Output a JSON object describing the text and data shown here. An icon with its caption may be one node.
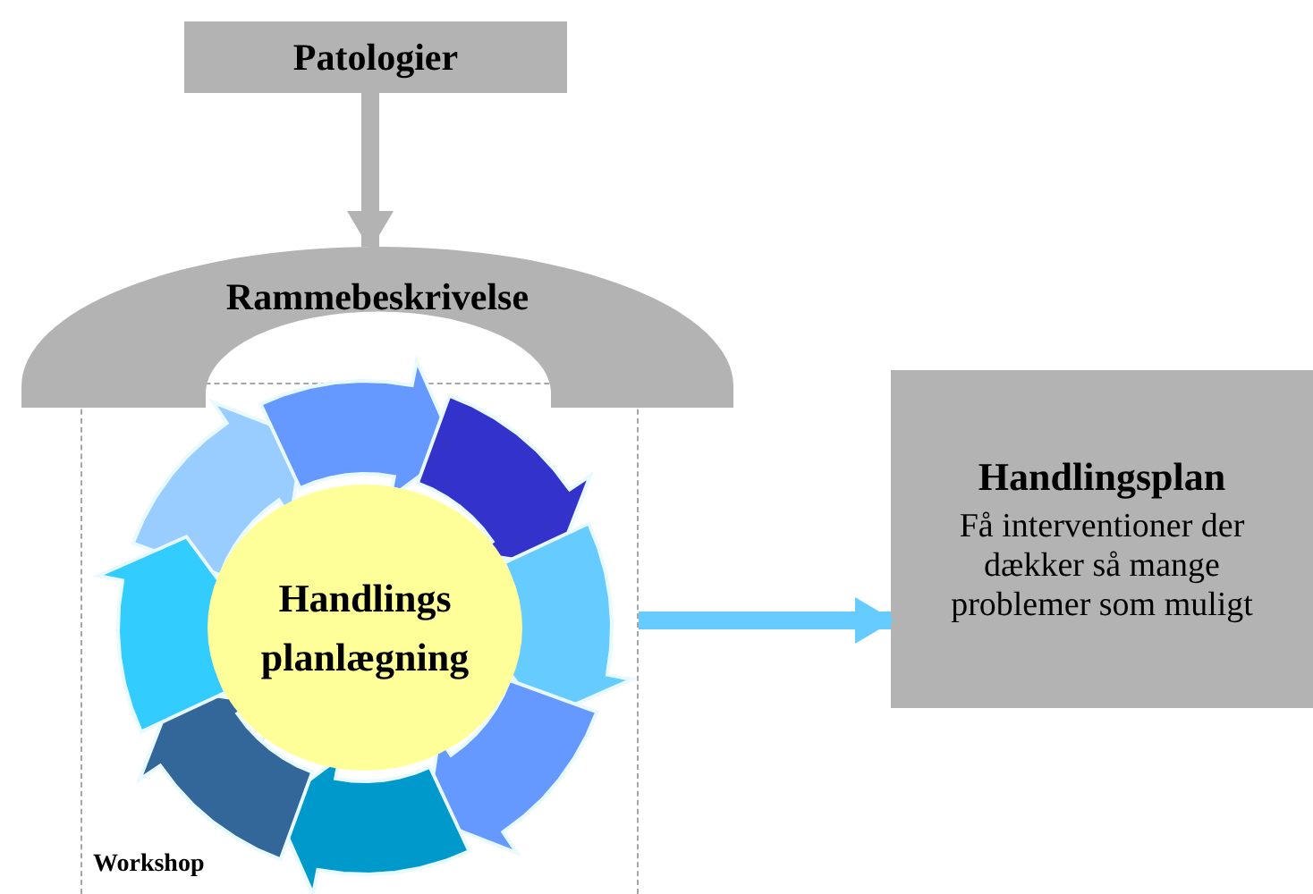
{
  "diagram": {
    "nodes": [
      {
        "text": [
          "Patologier"
        ]
      },
      {
        "text": [
          "Rammebeskrivelse"
        ]
      },
      {
        "text": [
          "Workshop"
        ]
      },
      {
        "text": [
          "Handlings planlægning"
        ],
        "in": 2
      },
      {
        "text": [
          "Handlingsplan",
          "Få interventioner der dækker så mange problemer som muligt"
        ]
      }
    ],
    "edges": [
      {
        "from": 0,
        "to": 1,
        "arrow": "to",
        "color": "#b3b3b3"
      },
      {
        "from": 2,
        "to": 4,
        "arrow": "to",
        "color": "#66ccff"
      }
    ]
  }
}
